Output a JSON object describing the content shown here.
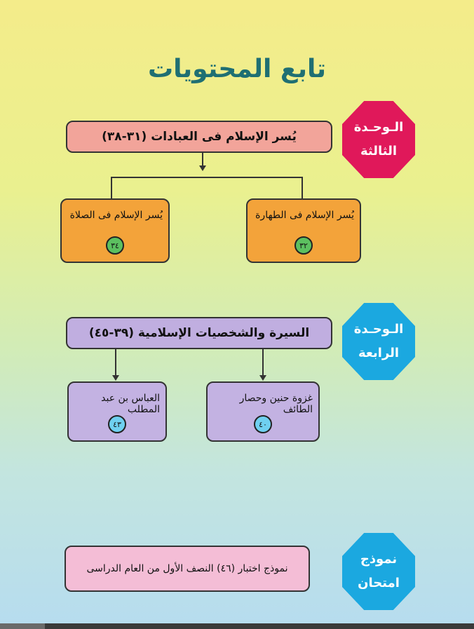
{
  "title": "تابع المحتويات",
  "unit3": {
    "badge_line1": "الـوحـدة",
    "badge_line2": "الثالثة",
    "header": "يُسر الإسلام فى العبادات   (٣١-٣٨)",
    "cards": [
      {
        "label": "يُسر الإسلام فى الطهارة",
        "page": "٣٢"
      },
      {
        "label": "يُسر الإسلام فى الصلاة",
        "page": "٣٤"
      }
    ]
  },
  "unit4": {
    "badge_line1": "الـوحـدة",
    "badge_line2": "الرابعة",
    "header": "السيرة والشخصيات الإسلامية  (٣٩-٤٥)",
    "cards": [
      {
        "label": "غزوة حنين وحصار الطائف",
        "page": "٤٠"
      },
      {
        "label": "العباس بن عبد المطلب",
        "page": "٤٣"
      }
    ]
  },
  "exam": {
    "badge_line1": "نموذج",
    "badge_line2": "امتحان",
    "text": "نموذج اختبار (٤٦) النصف الأول من العام الدراسى"
  },
  "colors": {
    "title": "#1f6f73",
    "unit3_header": "#f2a49a",
    "unit3_card": "#f3a33a",
    "unit3_badge": "#e0185a",
    "unit3_circle": "#5cc060",
    "unit4_header": "#c0aee0",
    "unit4_card": "#c3b2e2",
    "unit4_badge": "#1ba8e0",
    "unit4_circle": "#6fd0f0",
    "exam_box": "#f4bdd6",
    "exam_badge": "#1ba8e0"
  }
}
